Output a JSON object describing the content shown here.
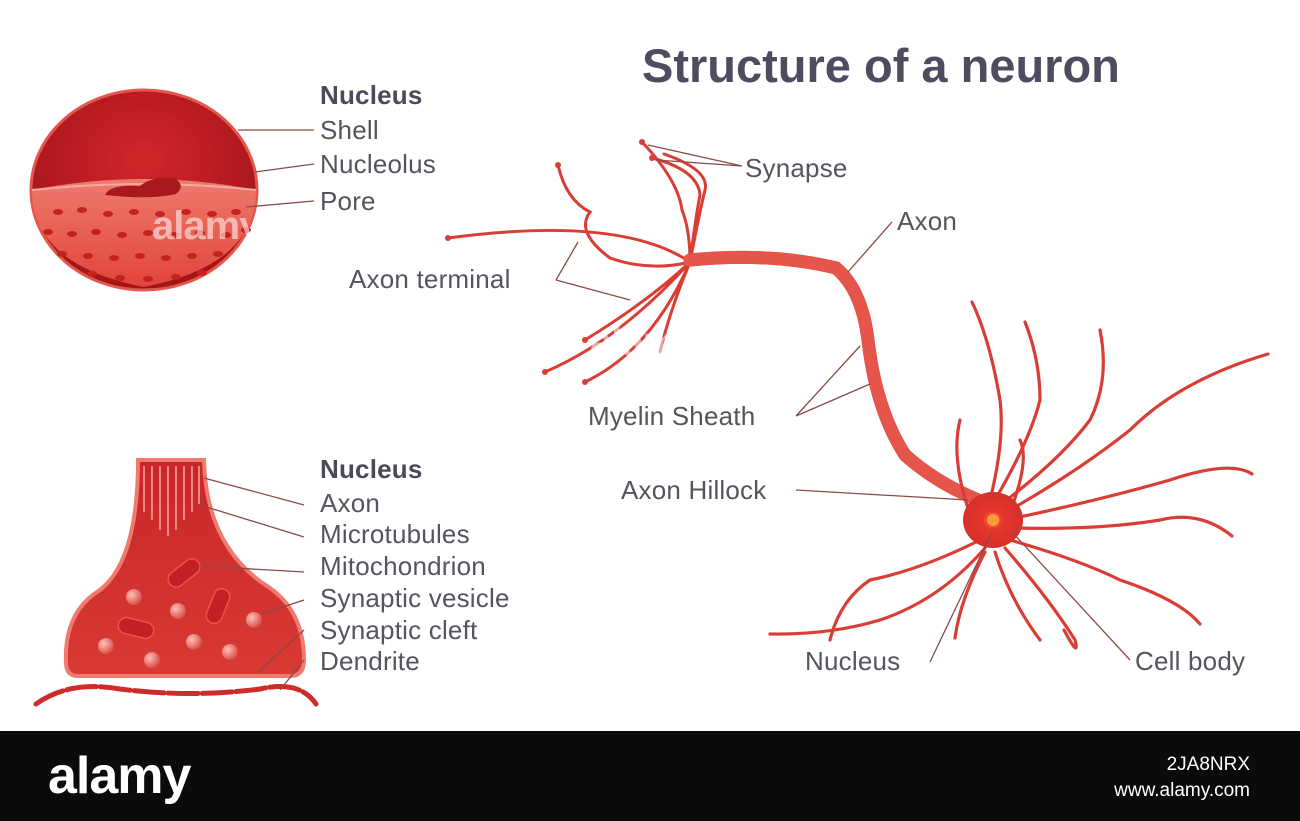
{
  "title": "Structure of a neuron",
  "nucleus_inset": {
    "heading": "Nucleus",
    "labels": [
      "Shell",
      "Nucleolus",
      "Pore"
    ]
  },
  "synapse_inset": {
    "heading": "Nucleus",
    "labels": [
      "Axon",
      "Microtubules",
      "Mitochondrion",
      "Synaptic vesicle",
      "Synaptic cleft",
      "Dendrite"
    ]
  },
  "neuron_labels": {
    "synapse": "Synapse",
    "axon": "Axon",
    "axon_terminal": "Axon terminal",
    "myelin_sheath": "Myelin Sheath",
    "axon_hillock": "Axon Hillock",
    "nucleus": "Nucleus",
    "cell_body": "Cell body"
  },
  "footer": {
    "brand": "alamy",
    "image_id": "2JA8NRX",
    "url": "www.alamy.com"
  },
  "watermark": "alamy",
  "colors": {
    "tissue": "#d8342e",
    "tissue_dark": "#a9151a",
    "tissue_light": "#f0857a",
    "leader_line": "#8a4a48",
    "label_text": "#55545f",
    "title_text": "#4e4d60",
    "footer_bg": "#0b0b0b"
  }
}
